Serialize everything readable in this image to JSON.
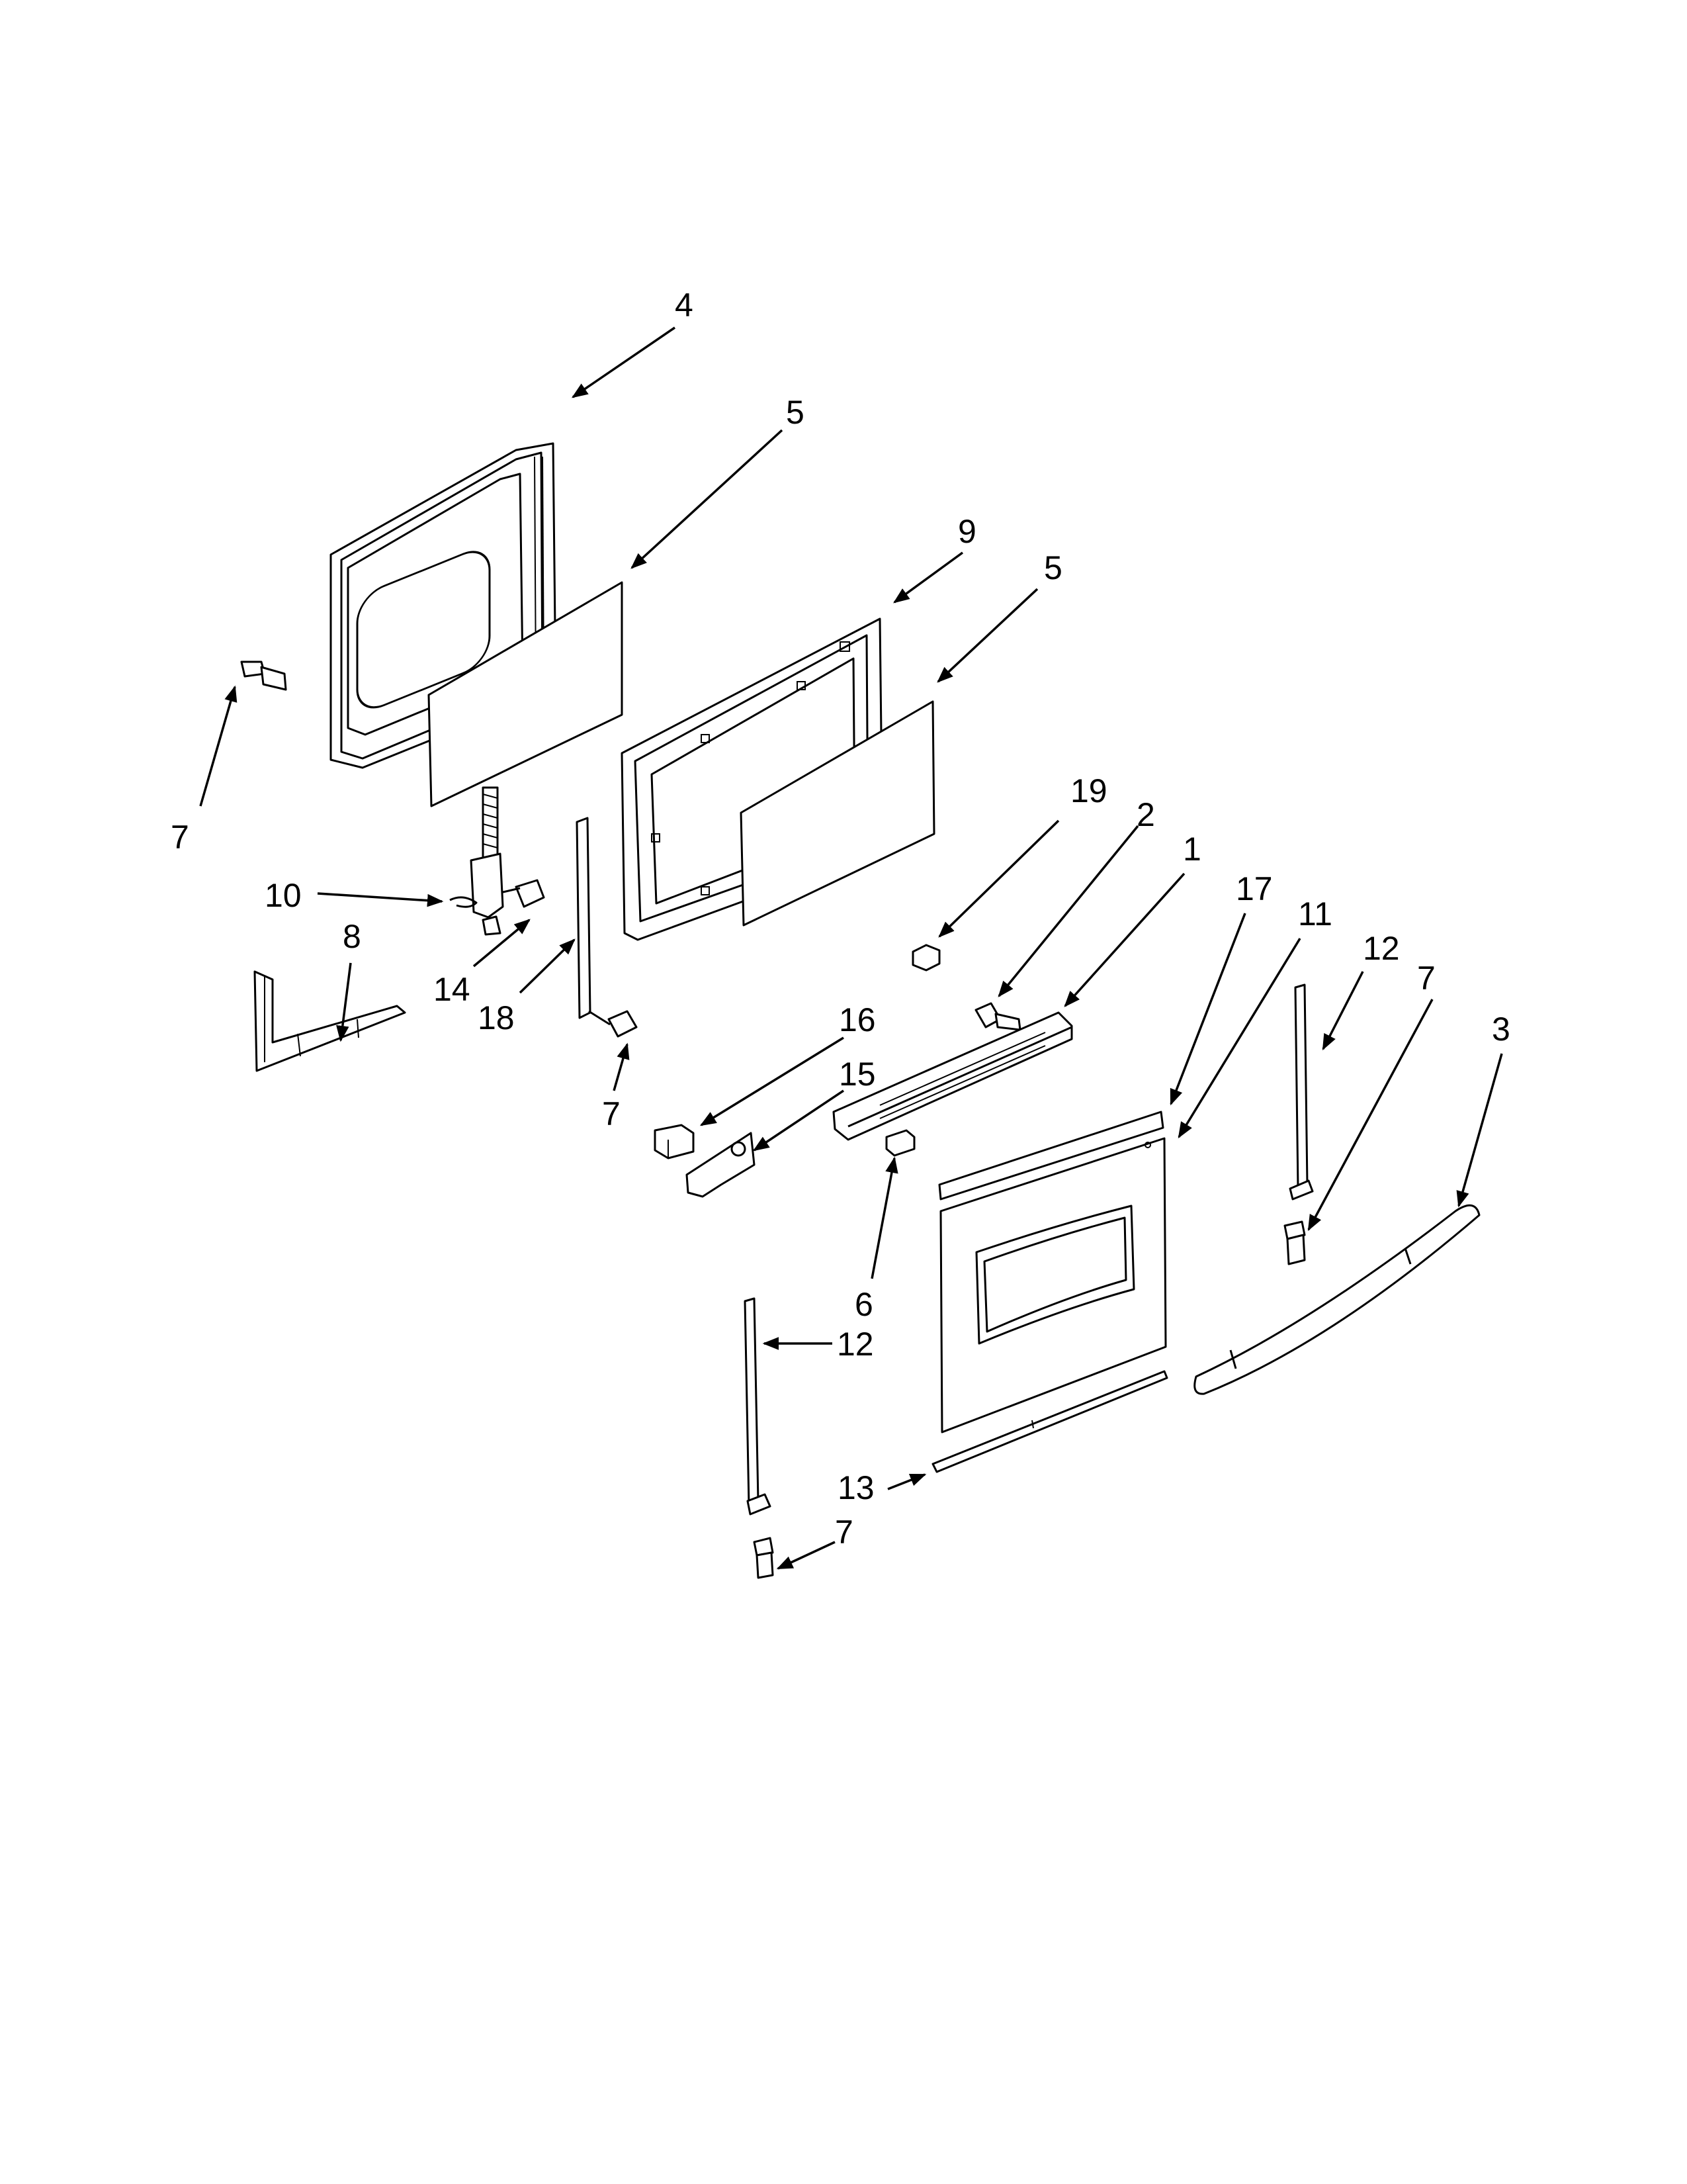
{
  "diagram": {
    "callouts": [
      {
        "id": "c4",
        "label": "4"
      },
      {
        "id": "c5a",
        "label": "5"
      },
      {
        "id": "c9",
        "label": "9"
      },
      {
        "id": "c5b",
        "label": "5"
      },
      {
        "id": "c7a",
        "label": "7"
      },
      {
        "id": "c19",
        "label": "19"
      },
      {
        "id": "c2",
        "label": "2"
      },
      {
        "id": "c1",
        "label": "1"
      },
      {
        "id": "c17",
        "label": "17"
      },
      {
        "id": "c11",
        "label": "11"
      },
      {
        "id": "c12a",
        "label": "12"
      },
      {
        "id": "c7b",
        "label": "7"
      },
      {
        "id": "c3",
        "label": "3"
      },
      {
        "id": "c10",
        "label": "10"
      },
      {
        "id": "c8",
        "label": "8"
      },
      {
        "id": "c14",
        "label": "14"
      },
      {
        "id": "c18",
        "label": "18"
      },
      {
        "id": "c7c",
        "label": "7"
      },
      {
        "id": "c16",
        "label": "16"
      },
      {
        "id": "c15",
        "label": "15"
      },
      {
        "id": "c6",
        "label": "6"
      },
      {
        "id": "c12b",
        "label": "12"
      },
      {
        "id": "c13",
        "label": "13"
      },
      {
        "id": "c7d",
        "label": "7"
      }
    ]
  }
}
